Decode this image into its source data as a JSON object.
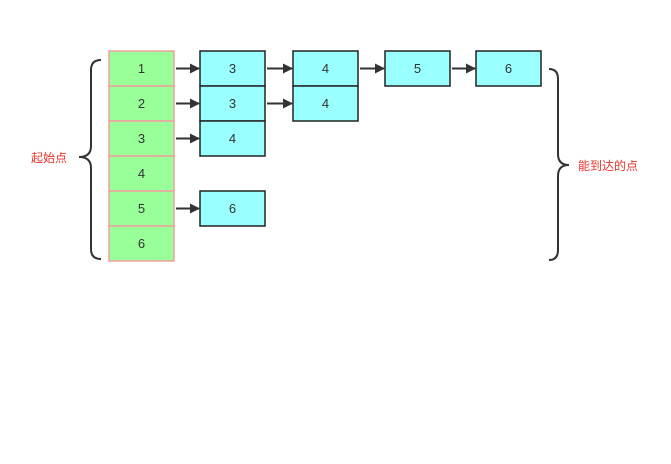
{
  "labels": {
    "left": "起始点",
    "right": "能到达的点"
  },
  "colors": {
    "start_fill": "#99ff99",
    "start_stroke": "#f0a0a0",
    "node_fill": "#99ffff",
    "node_stroke": "#222222",
    "arrow": "#333333",
    "label_text": "#e8332a",
    "text": "#333333"
  },
  "adjacency": [
    {
      "start": "1",
      "reachable": [
        "3",
        "4",
        "5",
        "6"
      ]
    },
    {
      "start": "2",
      "reachable": [
        "3",
        "4"
      ]
    },
    {
      "start": "3",
      "reachable": [
        "4"
      ]
    },
    {
      "start": "4",
      "reachable": []
    },
    {
      "start": "5",
      "reachable": [
        "6"
      ]
    },
    {
      "start": "6",
      "reachable": []
    }
  ]
}
